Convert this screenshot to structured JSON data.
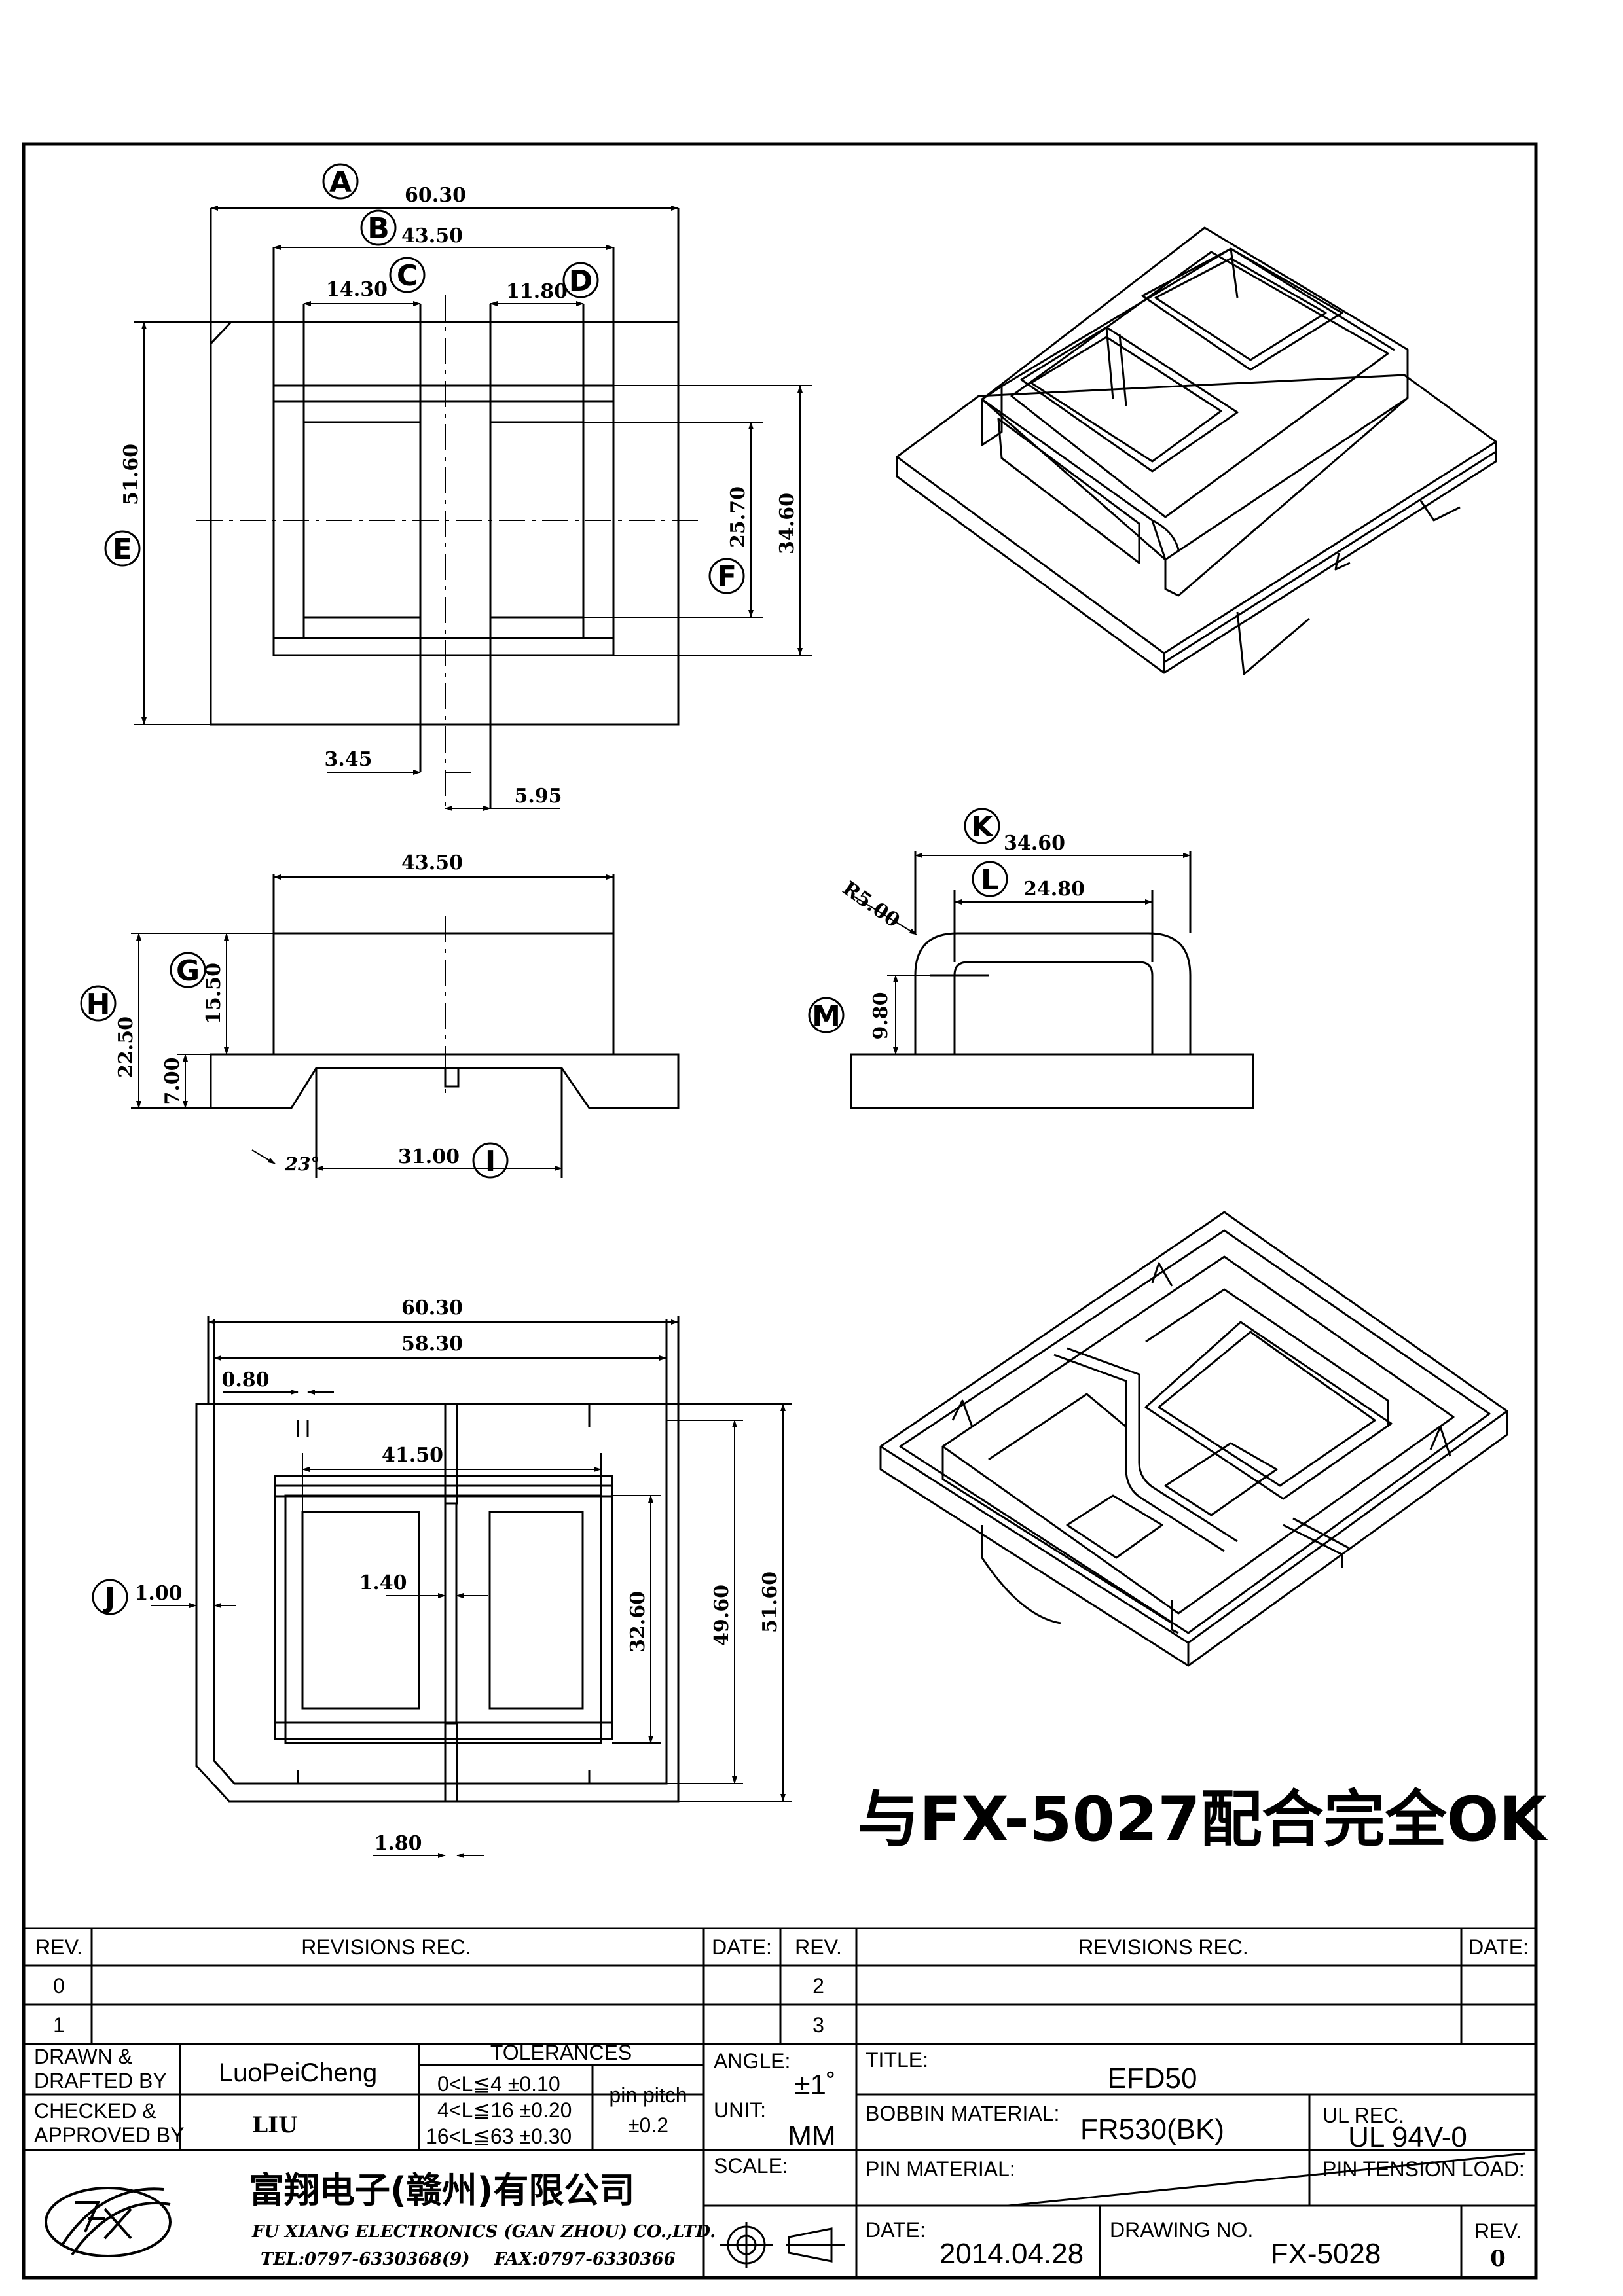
{
  "views": {
    "top": {
      "A": "A",
      "B": "B",
      "C": "C",
      "D": "D",
      "E": "E",
      "F": "F",
      "dim_A": "60.30",
      "dim_B": "43.50",
      "dim_C": "14.30",
      "dim_D": "11.80",
      "dim_E": "51.60",
      "dim_F": "25.70",
      "dim_outer_h": "34.60",
      "dim_345": "3.45",
      "dim_595": "5.95"
    },
    "front": {
      "G": "G",
      "H": "H",
      "I": "I",
      "dim_top": "43.50",
      "dim_G": "15.50",
      "dim_H": "22.50",
      "dim_700": "7.00",
      "dim_I": "31.00",
      "angle": "23°"
    },
    "side": {
      "K": "K",
      "L": "L",
      "M": "M",
      "dim_K": "34.60",
      "dim_L": "24.80",
      "dim_R": "R5.00",
      "dim_M": "9.80"
    },
    "bottom": {
      "J": "J",
      "dim_6030": "60.30",
      "dim_5830": "58.30",
      "dim_080": "0.80",
      "dim_4150": "41.50",
      "dim_140": "1.40",
      "dim_J": "1.00",
      "dim_3260": "32.60",
      "dim_4960": "49.60",
      "dim_5160": "51.60",
      "dim_180": "1.80"
    }
  },
  "note": "与FX-5027配合完全OK",
  "revisions": {
    "rev_label": "REV.",
    "revisions_rec": "REVISIONS   REC.",
    "date_label": "DATE:",
    "rows_left": [
      "0",
      "1"
    ],
    "rows_right": [
      "2",
      "3"
    ]
  },
  "title_block": {
    "drawn_label_1": "DRAWN  &",
    "drawn_label_2": "DRAFTED  BY",
    "drawn_by": "LuoPeiCheng",
    "checked_label_1": "CHECKED  &",
    "checked_label_2": "APPROVED  BY",
    "checked_by": "LIU",
    "tolerances_label": "TOLERANCES",
    "tol_1": "0<L≦4    ±0.10",
    "tol_2": "4<L≦16  ±0.20",
    "tol_3": "16<L≦63  ±0.30",
    "pin_pitch_label": "pin  pitch",
    "pin_pitch_value": "±0.2",
    "angle_label": "ANGLE:",
    "angle_value": "±1˚",
    "unit_label": "UNIT:",
    "unit_value": "MM",
    "scale_label": "SCALE:",
    "title_label": "TITLE:",
    "title_value": "EFD50",
    "bobbin_label": "BOBBIN  MATERIAL:",
    "bobbin_value": "FR530(BK)",
    "ul_label": "UL  REC.",
    "ul_value": "UL  94V-0",
    "pin_material_label": "PIN  MATERIAL:",
    "pin_tension_label": "PIN  TENSION  LOAD:",
    "date_label": "DATE:",
    "date_value": "2014.04.28",
    "drawing_no_label": "DRAWING  NO.",
    "drawing_no_value": "FX-5028",
    "rev_label": "REV.",
    "rev_value": "0",
    "company_cn": "富翔电子(赣州)有限公司",
    "company_en": "FU  XIANG  ELECTRONICS  (GAN  ZHOU)  CO.,LTD.",
    "tel": "TEL:0797-6330368(9)",
    "fax": "FAX:0797-6330366"
  }
}
